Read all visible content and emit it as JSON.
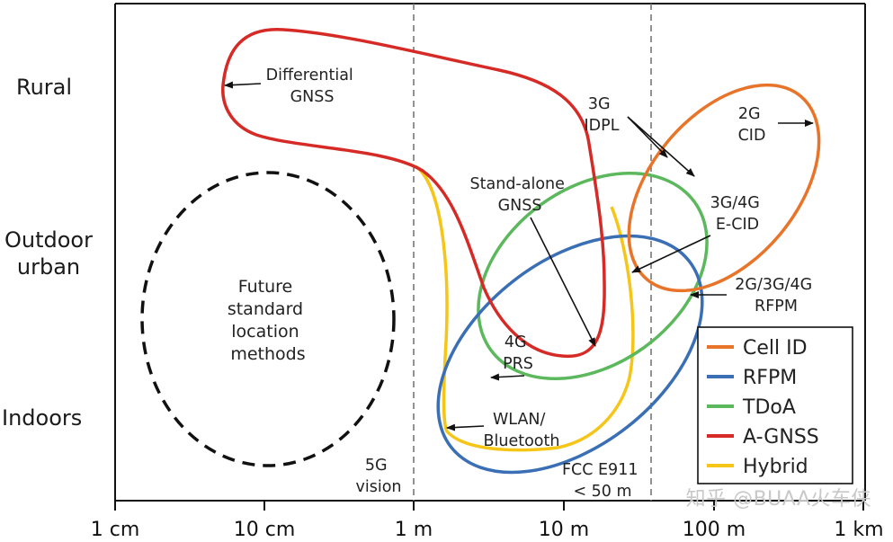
{
  "y_categories": {
    "rural": "Rural",
    "outdoor_urban_line1": "Outdoor",
    "outdoor_urban_line2": "urban",
    "indoors": "Indoors"
  },
  "x_ticks": [
    "1 cm",
    "10 cm",
    "1 m",
    "10 m",
    "100 m",
    "1 km"
  ],
  "regions": {
    "future": [
      "Future",
      "standard",
      "location",
      "methods"
    ],
    "vision_5g": [
      "5G",
      "vision"
    ],
    "fcc": [
      "FCC E911",
      "< 50 m"
    ]
  },
  "annotations": {
    "differential_gnss": [
      "Differential",
      "GNSS"
    ],
    "standalone_gnss": [
      "Stand-alone",
      "GNSS"
    ],
    "idpl_3g": [
      "3G",
      "IDPL"
    ],
    "cid_2g": [
      "2G",
      "CID"
    ],
    "ecid": [
      "3G/4G",
      "E-CID"
    ],
    "rfpm": [
      "2G/3G/4G",
      "RFPM"
    ],
    "prs_4g": [
      "4G",
      "PRS"
    ],
    "wlan": [
      "WLAN/",
      "Bluetooth"
    ]
  },
  "legend": [
    {
      "label": "Cell ID",
      "color": "#e8742a"
    },
    {
      "label": "RFPM",
      "color": "#3a6fb5"
    },
    {
      "label": "TDoA",
      "color": "#5cb85c"
    },
    {
      "label": "A-GNSS",
      "color": "#d62a26"
    },
    {
      "label": "Hybrid",
      "color": "#f5c518"
    }
  ],
  "watermark": "知乎 @BUAA火车侠"
}
